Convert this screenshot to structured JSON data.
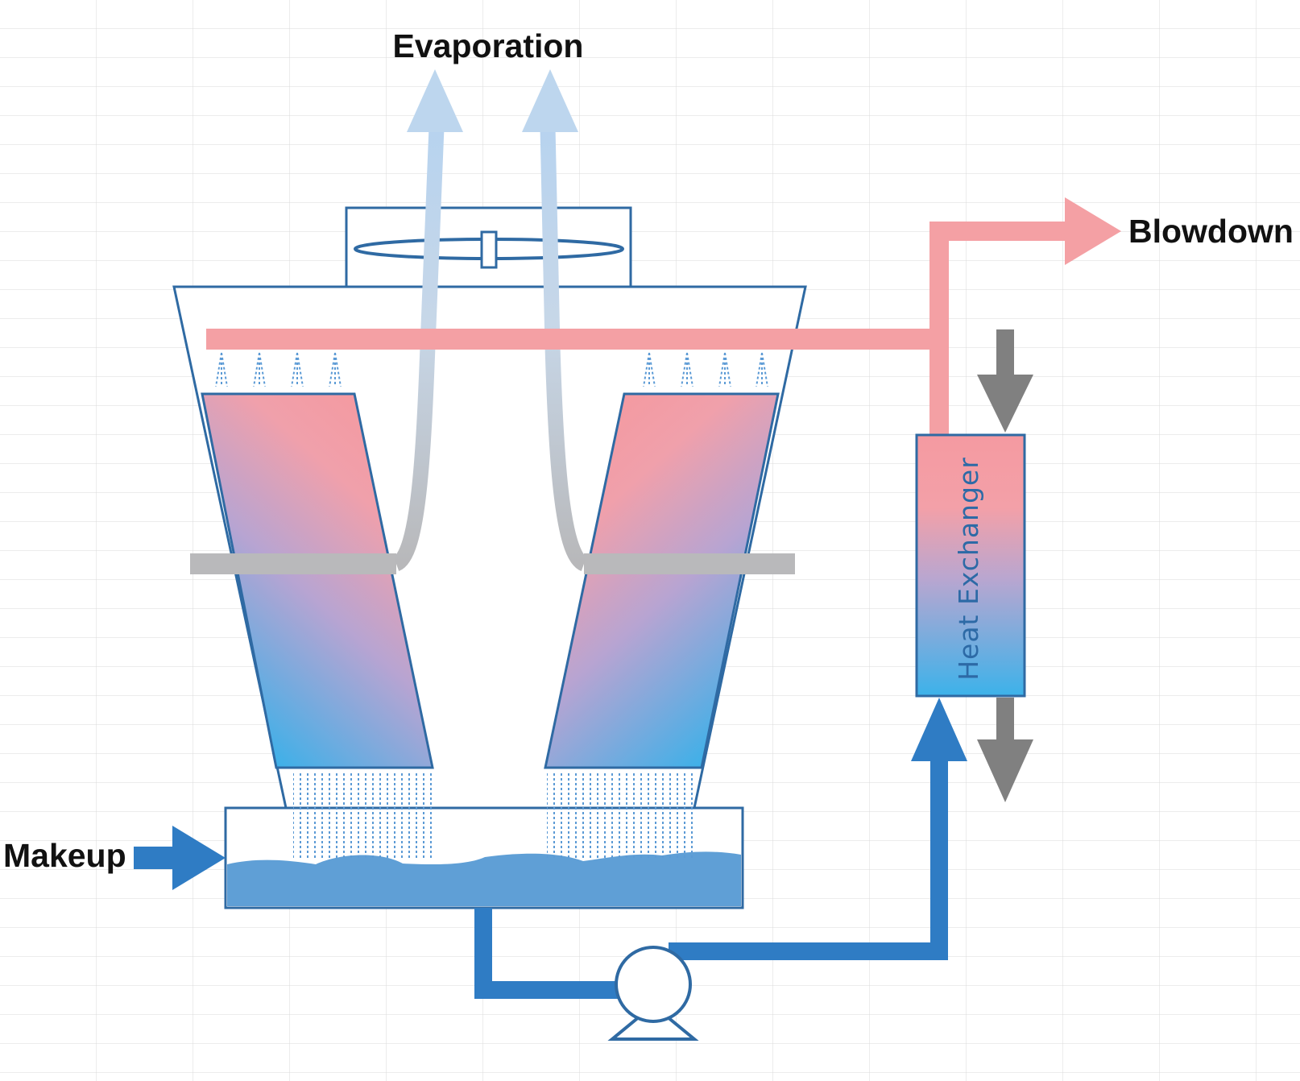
{
  "labels": {
    "evaporation": "Evaporation",
    "blowdown": "Blowdown",
    "makeup": "Makeup",
    "heat_exchanger": "Heat Exchanger"
  },
  "colors": {
    "hot_water": "#f4a0a4",
    "cold_water": "#2f7cc4",
    "basin_water": "#5f9fd6",
    "vapor": "#bdd6ee",
    "air_duct": "#b9b9bb",
    "outline": "#2f6aa3",
    "process_flow": "#808080",
    "grid_line": "#d9d9d9"
  }
}
